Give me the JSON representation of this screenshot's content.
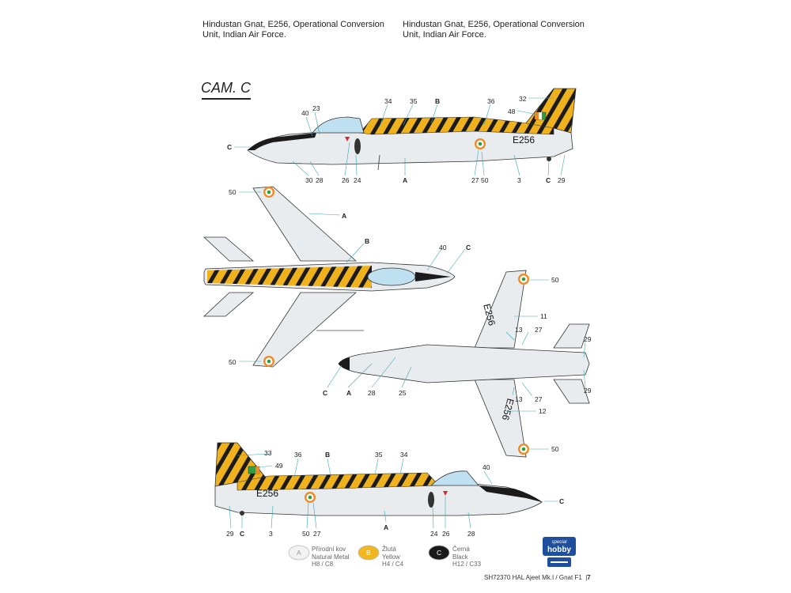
{
  "captions": {
    "left": "Hindustan Gnat, E256, Operational Conversion Unit, Indian Air Force.",
    "right": "Hindustan Gnat, E256, Operational Conversion Unit, Indian Air Force."
  },
  "scheme_title": "CAM. C",
  "serial": "E256",
  "profile_top_callouts": [
    "23",
    "40",
    "34",
    "35",
    "B",
    "36",
    "32",
    "48",
    "C",
    "30",
    "28",
    "26",
    "24",
    "A",
    "27",
    "50",
    "3",
    "C",
    "29"
  ],
  "plan_top_callouts": [
    "50",
    "A",
    "B",
    "40",
    "C",
    "50"
  ],
  "plan_bottom_callouts": [
    "50",
    "11",
    "13",
    "27",
    "29",
    "29",
    "27",
    "13",
    "12",
    "50",
    "C",
    "A",
    "28",
    "25"
  ],
  "profile_bottom_callouts": [
    "33",
    "49",
    "36",
    "B",
    "35",
    "34",
    "40",
    "C",
    "29",
    "C",
    "3",
    "50",
    "27",
    "A",
    "24",
    "26",
    "28"
  ],
  "legend": [
    {
      "key": "A",
      "czech": "Přírodní kov",
      "english": "Natural Metal",
      "codes": "H8 / C8",
      "swatch": "#e8e8e8"
    },
    {
      "key": "B",
      "czech": "Žlutá",
      "english": "Yellow",
      "codes": "H4 / C4",
      "swatch": "#f2b71f"
    },
    {
      "key": "C",
      "czech": "Černá",
      "english": "Black",
      "codes": "H12 / C33",
      "swatch": "#1a1a1a"
    }
  ],
  "footer": {
    "text": "SH72370  HAL Ajeet Mk.I / Gnat F1",
    "page": "7"
  },
  "logo": {
    "top": "special",
    "main": "hobby"
  },
  "colors": {
    "metal": "#e9ecef",
    "yellow": "#f0b21c",
    "black": "#1b1b1b",
    "canopy": "#bfe0f0",
    "roundel_orange": "#f08a24",
    "roundel_green": "#2e9e3e"
  }
}
